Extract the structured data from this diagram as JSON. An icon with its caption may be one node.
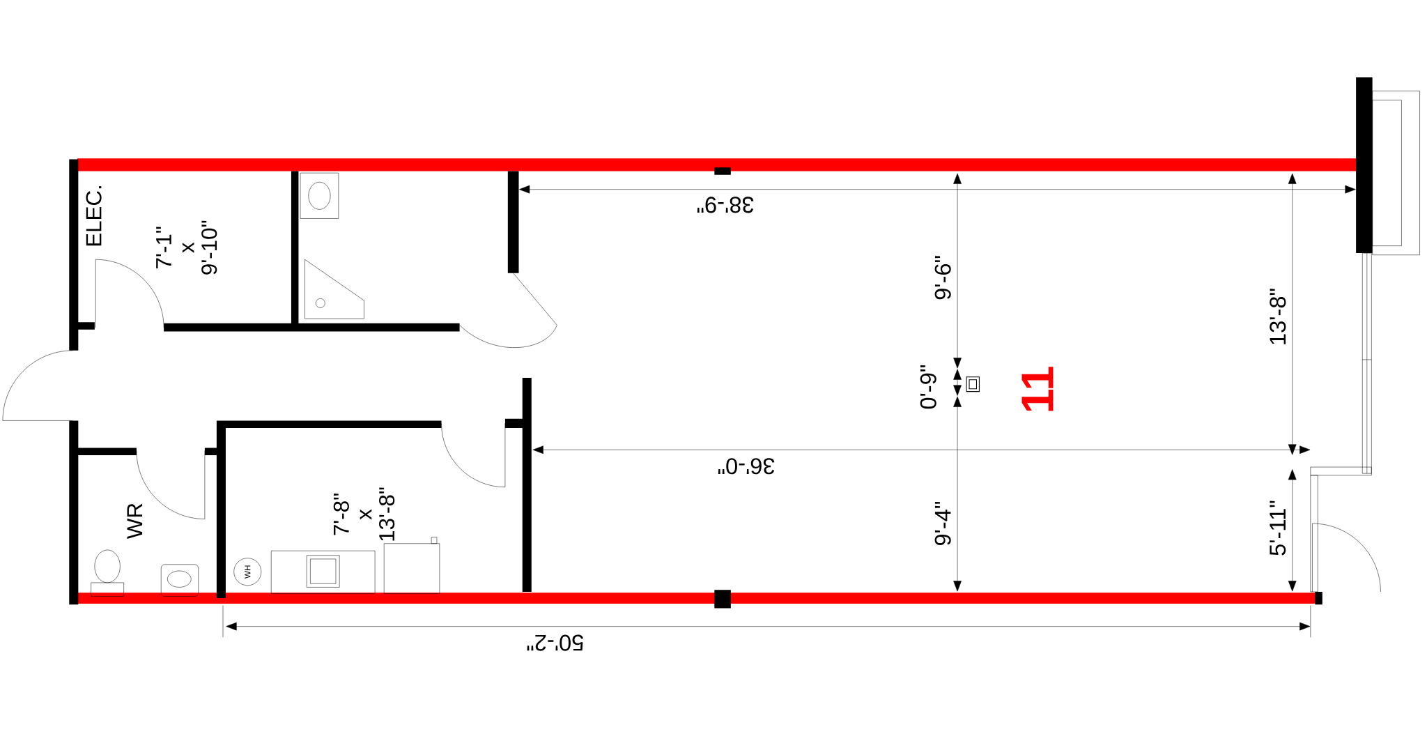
{
  "diagram": {
    "nodes": [
      {
        "text": [
          "WH"
        ]
      }
    ],
    "edges": [],
    "labels": [
      "ELEC.",
      "7'-1\" x 9'-10\"",
      "38'-9\"",
      "9'-6\"",
      "13'-8\"",
      "0'-9\"",
      "11",
      "36'-0\"",
      "WR",
      "7'-8\" x 13'-8\"",
      "9'-4\"",
      "5'-11\"",
      "50'-2\""
    ]
  }
}
